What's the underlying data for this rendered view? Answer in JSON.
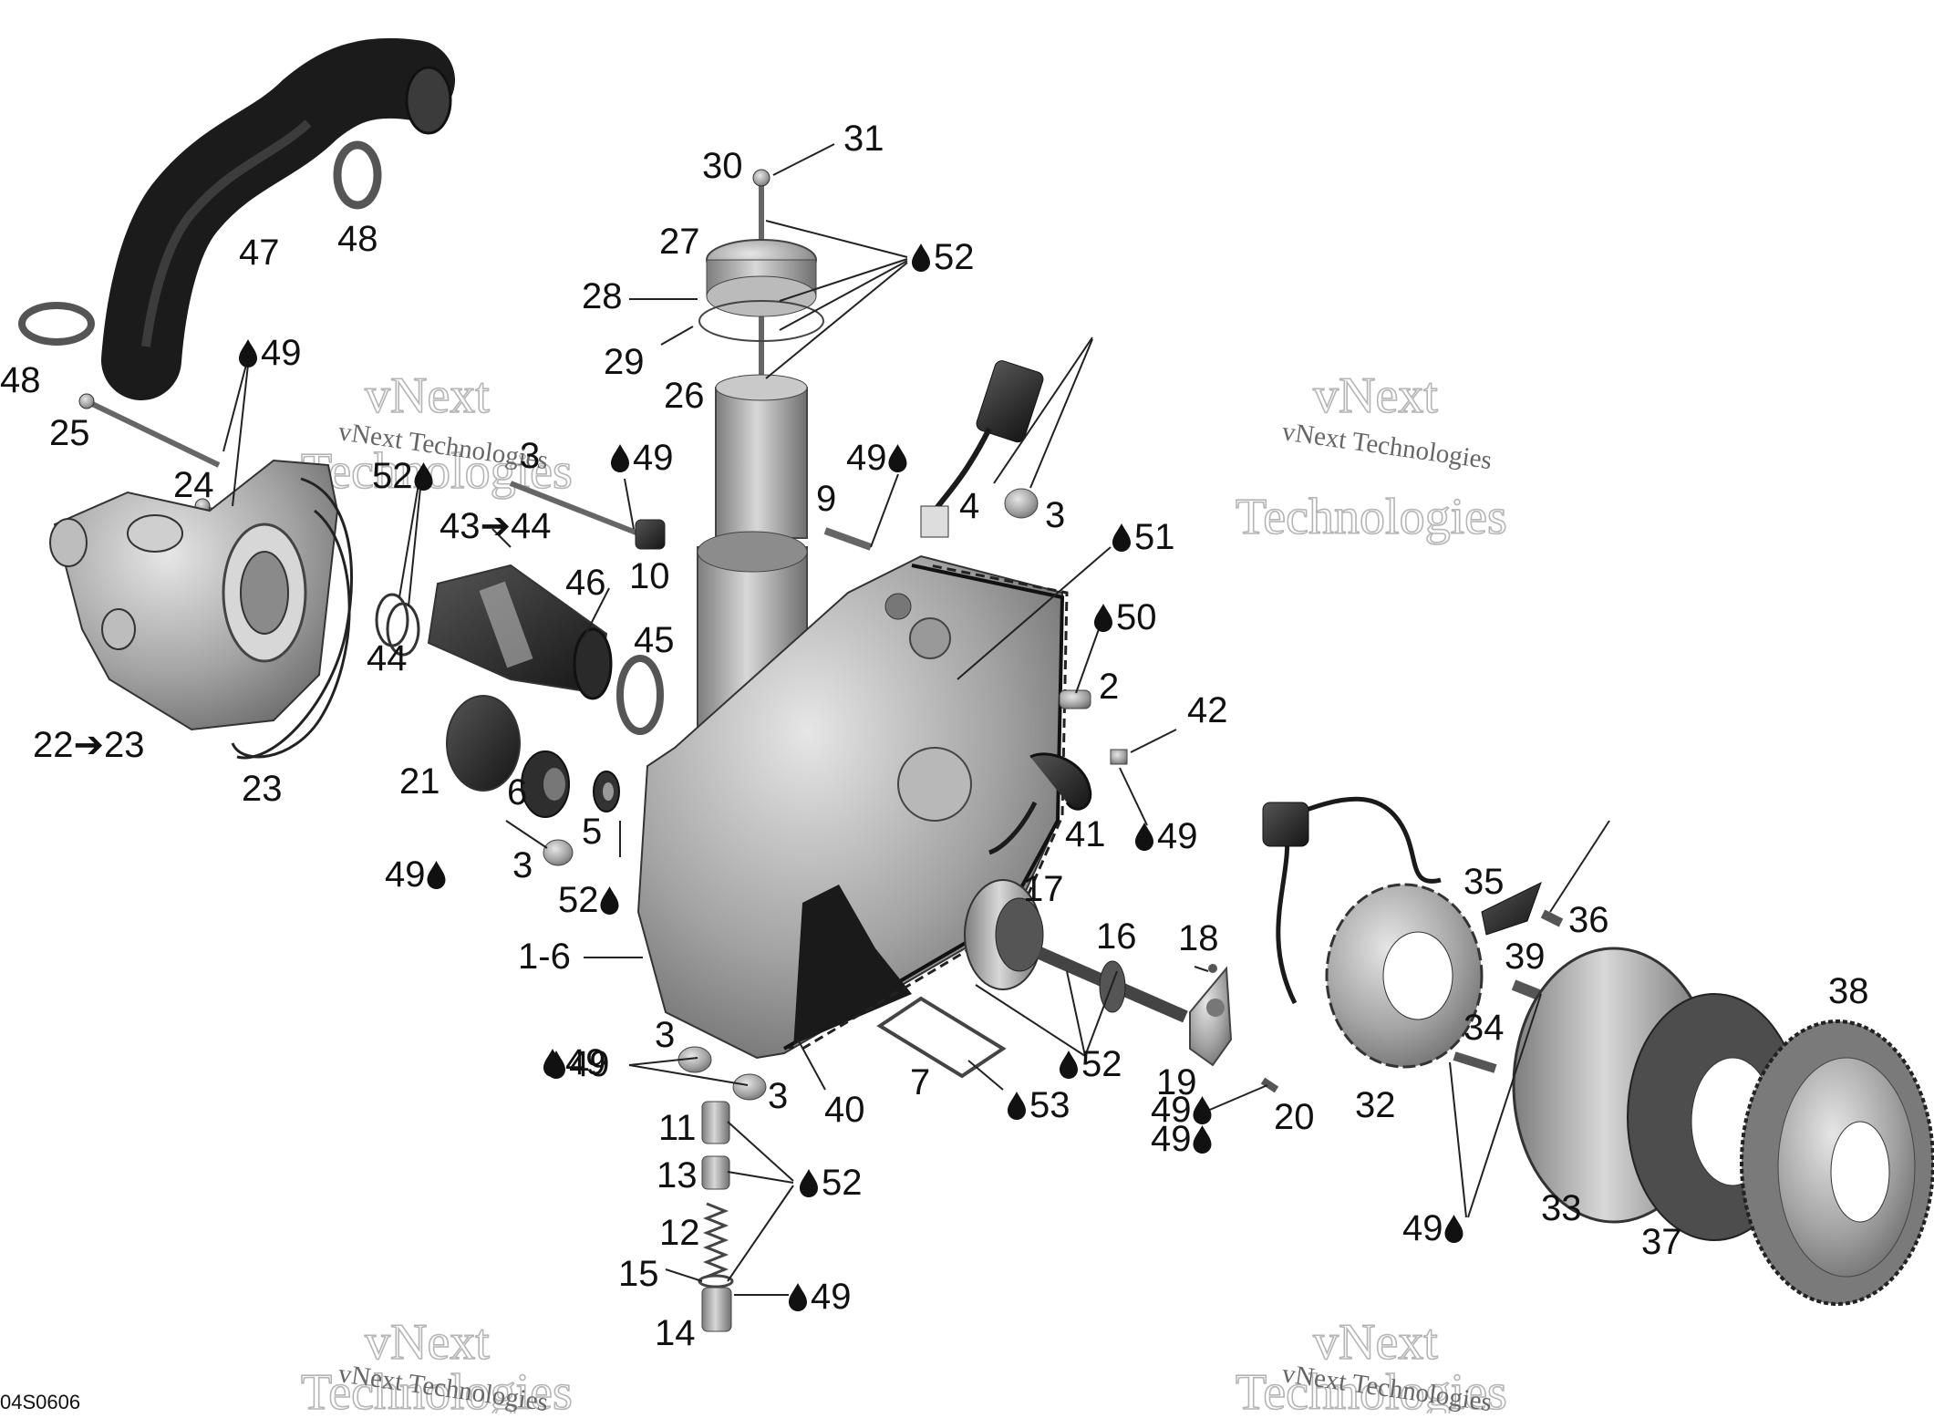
{
  "diagram": {
    "drawing_code": "04S0606",
    "watermark": {
      "company": "vNext Technologies",
      "outline_line1": "vNext",
      "outline_line2": "Technologies"
    },
    "colors": {
      "ink": "#111111",
      "part_fill": "#9a9a9a",
      "part_dark": "#2a2a2a",
      "watermark_outline": "#b5b5b5"
    },
    "callouts": [
      {
        "id": "c31",
        "text": "31"
      },
      {
        "id": "c30",
        "text": "30"
      },
      {
        "id": "c27",
        "text": "27"
      },
      {
        "id": "c52a",
        "text": "52",
        "drop": "before"
      },
      {
        "id": "c28",
        "text": "28"
      },
      {
        "id": "c29",
        "text": "29"
      },
      {
        "id": "c26",
        "text": "26"
      },
      {
        "id": "c47",
        "text": "47"
      },
      {
        "id": "c48a",
        "text": "48"
      },
      {
        "id": "c48b",
        "text": "48"
      },
      {
        "id": "c49a",
        "text": "49",
        "drop": "before"
      },
      {
        "id": "c25",
        "text": "25"
      },
      {
        "id": "c24",
        "text": "24"
      },
      {
        "id": "c52b",
        "text": "52",
        "drop": "after"
      },
      {
        "id": "c3a",
        "text": "3"
      },
      {
        "id": "c49b",
        "text": "49",
        "drop": "before"
      },
      {
        "id": "c43",
        "text": "43➔44"
      },
      {
        "id": "c46",
        "text": "46"
      },
      {
        "id": "c44",
        "text": "44"
      },
      {
        "id": "c45",
        "text": "45"
      },
      {
        "id": "c10",
        "text": "10"
      },
      {
        "id": "c22",
        "text": "22➔23"
      },
      {
        "id": "c23",
        "text": "23"
      },
      {
        "id": "c21",
        "text": "21"
      },
      {
        "id": "c6",
        "text": "6"
      },
      {
        "id": "c5",
        "text": "5"
      },
      {
        "id": "c49c",
        "text": "49",
        "drop": "after"
      },
      {
        "id": "c3b",
        "text": "3"
      },
      {
        "id": "c52c",
        "text": "52",
        "drop": "after"
      },
      {
        "id": "c1_6",
        "text": "1-6"
      },
      {
        "id": "c49d",
        "text": "49",
        "drop": "before"
      },
      {
        "id": "c49e",
        "text": "49",
        "drop": "after"
      },
      {
        "id": "c9",
        "text": "9"
      },
      {
        "id": "c4",
        "text": "4"
      },
      {
        "id": "c3c",
        "text": "3"
      },
      {
        "id": "c51",
        "text": "51",
        "drop": "before"
      },
      {
        "id": "c50",
        "text": "50",
        "drop": "before"
      },
      {
        "id": "c2",
        "text": "2"
      },
      {
        "id": "c42",
        "text": "42"
      },
      {
        "id": "c41",
        "text": "41"
      },
      {
        "id": "c49f",
        "text": "49",
        "drop": "before"
      },
      {
        "id": "c17",
        "text": "17"
      },
      {
        "id": "c16",
        "text": "16"
      },
      {
        "id": "c18",
        "text": "18"
      },
      {
        "id": "c3d",
        "text": "3"
      },
      {
        "id": "c49g",
        "text": "49",
        "drop": "after"
      },
      {
        "id": "c3e",
        "text": "3"
      },
      {
        "id": "c40",
        "text": "40"
      },
      {
        "id": "c7",
        "text": "7"
      },
      {
        "id": "c53",
        "text": "53",
        "drop": "before"
      },
      {
        "id": "c52d",
        "text": "52",
        "drop": "before"
      },
      {
        "id": "c19",
        "text": "19"
      },
      {
        "id": "c20",
        "text": "20"
      },
      {
        "id": "c49h",
        "text": "49",
        "drop": "after"
      },
      {
        "id": "c32",
        "text": "32"
      },
      {
        "id": "c11",
        "text": "11"
      },
      {
        "id": "c13",
        "text": "13"
      },
      {
        "id": "c52e",
        "text": "52",
        "drop": "before"
      },
      {
        "id": "c12",
        "text": "12"
      },
      {
        "id": "c15",
        "text": "15"
      },
      {
        "id": "c49i",
        "text": "49",
        "drop": "before"
      },
      {
        "id": "c14",
        "text": "14"
      },
      {
        "id": "c49j",
        "text": "49",
        "drop": "before"
      },
      {
        "id": "c35",
        "text": "35"
      },
      {
        "id": "c36",
        "text": "36"
      },
      {
        "id": "c39",
        "text": "39"
      },
      {
        "id": "c34",
        "text": "34"
      },
      {
        "id": "c38",
        "text": "38"
      },
      {
        "id": "c33",
        "text": "33"
      },
      {
        "id": "c37",
        "text": "37"
      },
      {
        "id": "c49k",
        "text": "49",
        "drop": "after"
      }
    ]
  }
}
